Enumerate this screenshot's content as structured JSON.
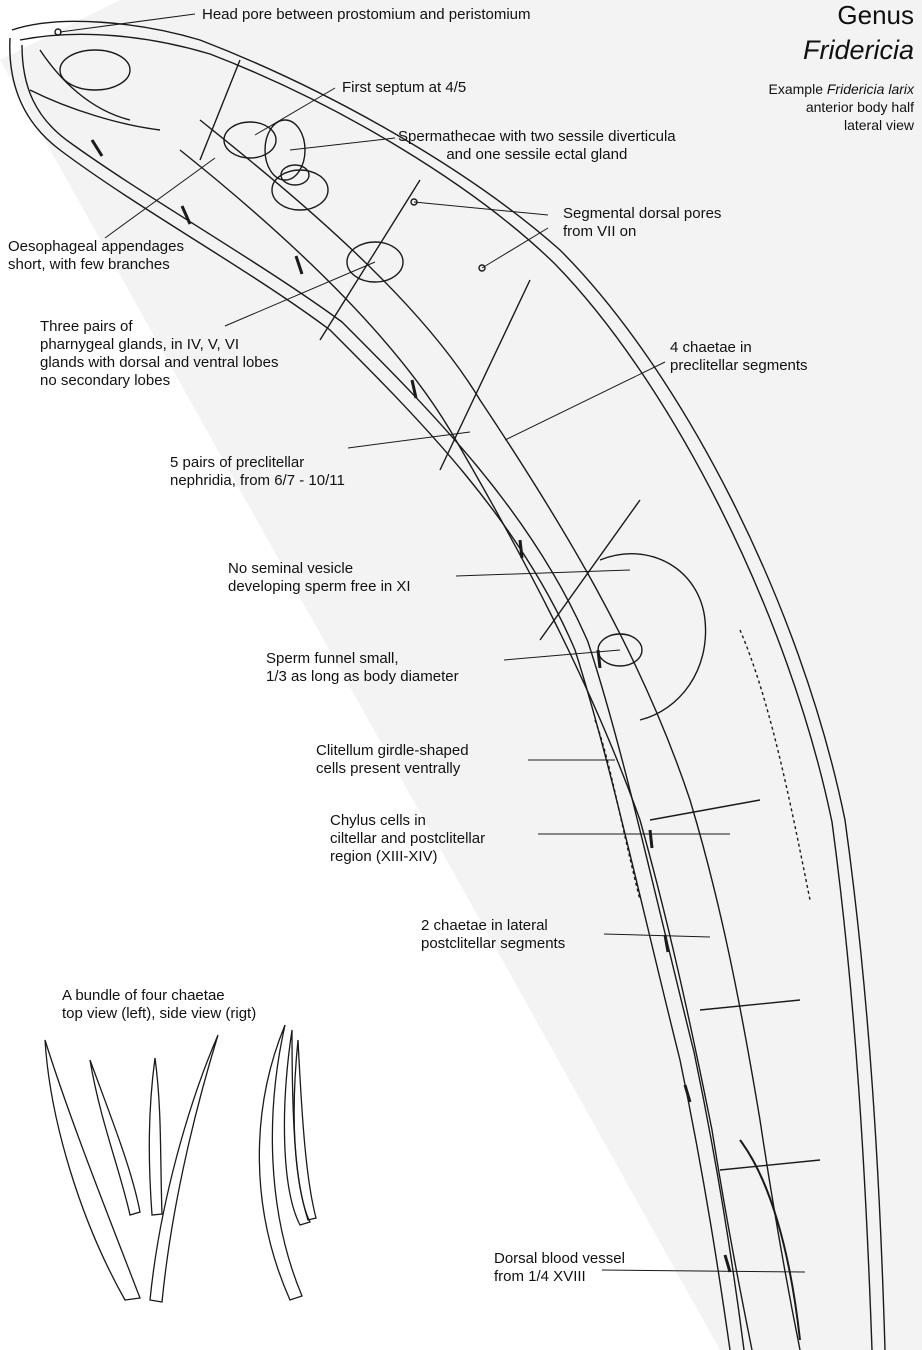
{
  "title": {
    "genus": "Genus",
    "species": "Fridericia",
    "example_prefix": "Example ",
    "example_species": "Fridericia larix",
    "example_line2": "anterior body half",
    "example_line3": "lateral view"
  },
  "labels": {
    "head_pore": "Head pore between prostomium and peristomium",
    "first_septum": "First septum at 4/5",
    "spermathecae_1": "Spermathecae with two sessile diverticula",
    "spermathecae_2": "and one sessile ectal gland",
    "dorsal_pores_1": "Segmental dorsal pores",
    "dorsal_pores_2": "from VII on",
    "oesophageal_1": "Oesophageal appendages",
    "oesophageal_2": "short, with few branches",
    "pharyngeal_1": "Three pairs of",
    "pharyngeal_2": "pharnygeal glands, in IV, V, VI",
    "pharyngeal_3": "glands with dorsal and ventral lobes",
    "pharyngeal_4": "no secondary lobes",
    "chaetae4_1": "4 chaetae in",
    "chaetae4_2": "preclitellar segments",
    "nephridia_1": "5 pairs of preclitellar",
    "nephridia_2": "nephridia, from 6/7 - 10/11",
    "seminal_1": "No seminal vesicle",
    "seminal_2": "developing sperm free in XI",
    "funnel_1": "Sperm funnel small,",
    "funnel_2": "1/3 as long as body diameter",
    "clitellum_1": "Clitellum girdle-shaped",
    "clitellum_2": "cells present ventrally",
    "chylus_1": "Chylus cells in",
    "chylus_2": "ciltellar and postclitellar",
    "chylus_3": "region (XIII-XIV)",
    "chaetae2_1": "2 chaetae in lateral",
    "chaetae2_2": "postclitellar segments",
    "bundle_1": "A bundle of four chaetae",
    "bundle_2": "top view (left), side view (rigt)",
    "dorsal_vessel_1": "Dorsal blood vessel",
    "dorsal_vessel_2": "from 1/4 XVIII"
  },
  "colors": {
    "ink": "#1a1a1a",
    "shade": "#f1f1f1"
  }
}
